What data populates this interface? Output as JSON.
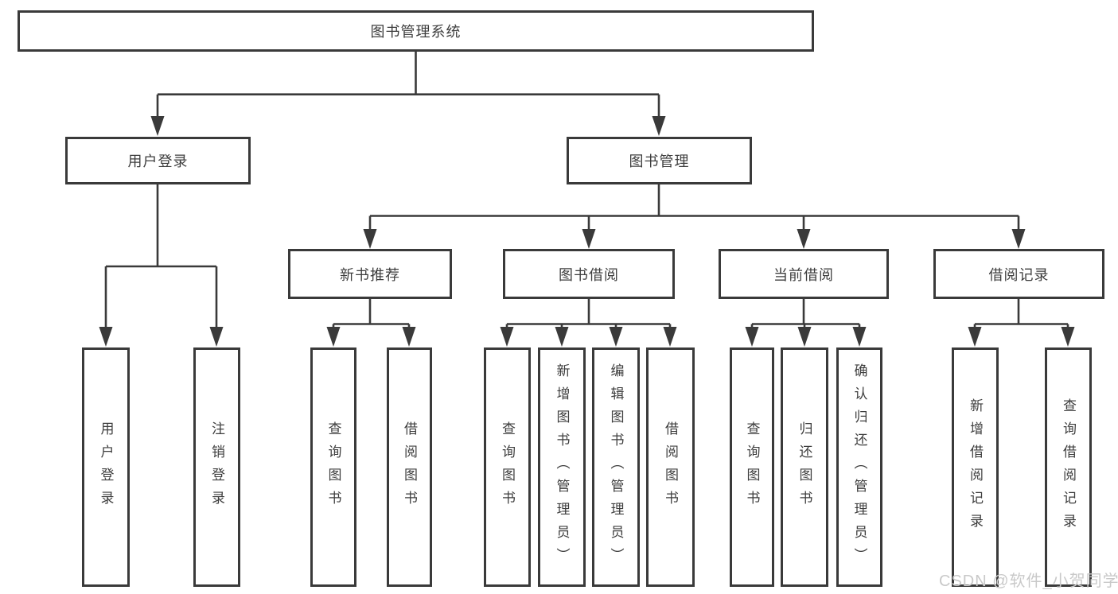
{
  "colors": {
    "line": "#3a3a3a",
    "text": "#3d3d3d",
    "watermark": "#c9c9c9",
    "background": "#ffffff"
  },
  "diagram": {
    "root": {
      "label": "图书管理系统"
    },
    "level1": [
      {
        "label": "用户登录"
      },
      {
        "label": "图书管理"
      }
    ],
    "level2": [
      {
        "label": "新书推荐",
        "parent": "图书管理"
      },
      {
        "label": "图书借阅",
        "parent": "图书管理"
      },
      {
        "label": "当前借阅",
        "parent": "图书管理"
      },
      {
        "label": "借阅记录",
        "parent": "图书管理"
      }
    ],
    "leaves": [
      {
        "label": "用户登录",
        "parent": "用户登录"
      },
      {
        "label": "注销登录",
        "parent": "用户登录"
      },
      {
        "label": "查询图书",
        "parent": "新书推荐"
      },
      {
        "label": "借阅图书",
        "parent": "新书推荐"
      },
      {
        "label": "查询图书",
        "parent": "图书借阅"
      },
      {
        "label": "新增图书（管理员）",
        "parent": "图书借阅"
      },
      {
        "label": "编辑图书（管理员）",
        "parent": "图书借阅"
      },
      {
        "label": "借阅图书",
        "parent": "图书借阅"
      },
      {
        "label": "查询图书",
        "parent": "当前借阅"
      },
      {
        "label": "归还图书",
        "parent": "当前借阅"
      },
      {
        "label": "确认归还（管理员）",
        "parent": "当前借阅"
      },
      {
        "label": "新增借阅记录",
        "parent": "借阅记录"
      },
      {
        "label": "查询借阅记录",
        "parent": "借阅记录"
      }
    ]
  },
  "watermark": {
    "text": "CSDN @软件_小贺同学"
  }
}
